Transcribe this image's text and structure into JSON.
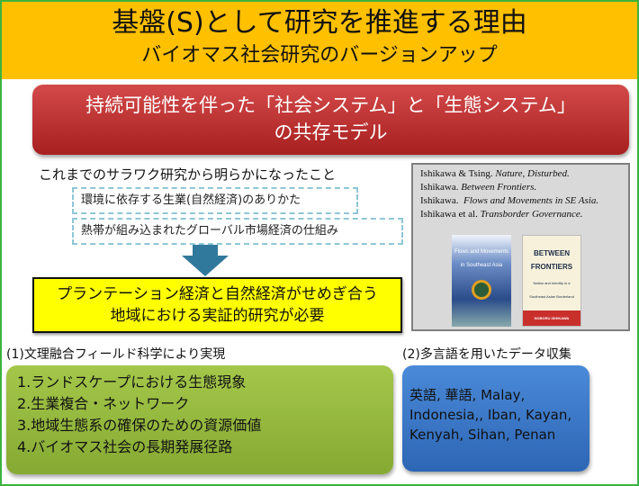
{
  "header": {
    "title": "基盤(S)として研究を推進する理由",
    "subtitle": "バイオマス社会研究のバージョンアップ"
  },
  "banner": {
    "line1": "持続可能性を伴った「社会システム」と「生態システム」",
    "line2": "の共存モデル"
  },
  "findings": {
    "heading": "これまでのサラワク研究から明らかになったこと",
    "items": [
      "環境に依存する生業(自然経済)のありかた",
      "熱帯が組み込まれたグローバル市場経済の仕組み"
    ]
  },
  "conclusion": {
    "line1": "プランテーション経済と自然経済がせめぎ合う",
    "line2": "地域における実証的研究が必要"
  },
  "references": [
    {
      "author": "Ishikawa  & Tsing.",
      "title": "Nature, Disturbed."
    },
    {
      "author": "Ishikawa.",
      "title": "Between Frontiers."
    },
    {
      "author": "Ishikawa.",
      "title": "Flows and Movements in SE Asia."
    },
    {
      "author": "Ishikawa  et al.",
      "title": "Transborder Governance."
    }
  ],
  "books": [
    {
      "title": "Flows and Movements in Southeast Asia"
    },
    {
      "title": "BETWEEN FRONTIERS",
      "subtitle": "Nation and Identity in a Southeast Asian Borderland",
      "author": "NOBORU ISHIKAWA"
    }
  ],
  "section1": {
    "label": "(1)文理融合フィールド科学により実現",
    "items": [
      "1.ランドスケープにおける生態現象",
      "2.生業複合・ネットワーク",
      "3.地域生態系の確保のための資源価値",
      "4.バイオマス社会の長期発展径路"
    ]
  },
  "section2": {
    "label": "(2)多言語を用いたデータ収集",
    "lines": [
      "英語, 華語, Malay,",
      "Indonesia,, Iban, Kayan,",
      "Kenyah, Sihan, Penan"
    ]
  }
}
